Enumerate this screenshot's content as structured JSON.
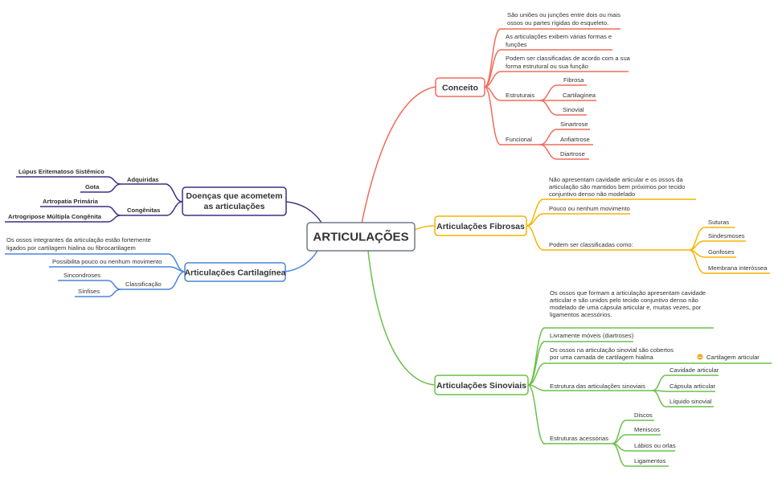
{
  "central": "ARTICULAÇÕES",
  "colors": {
    "conceito": "#f26b5b",
    "fibrosas": "#f5b400",
    "sinoviais": "#6cc04a",
    "cartilaginea": "#4a86d8",
    "doencas": "#3e2f84"
  },
  "conceito": {
    "title": "Conceito",
    "items": {
      "def1": [
        "São uniões ou junções entre dois ou mais",
        "ossos ou partes rígidas do esqueleto."
      ],
      "def2": [
        "As articulações exibem várias formas e",
        "funções"
      ],
      "def3": [
        "Podem ser classificadas de acordo com a sua",
        "forma estrutural ou sua função"
      ],
      "estruturais": {
        "label": "Estruturais",
        "children": [
          "Fibrosa",
          "Cartilagínea",
          "Sinovial"
        ]
      },
      "funcional": {
        "label": "Funcional",
        "children": [
          "Sinartrose",
          "Anfiartrose",
          "Diartrose"
        ]
      }
    }
  },
  "fibrosas": {
    "title": "Articulações Fibrosas",
    "def1": [
      "Não apresentam cavidade articular e os ossos da",
      "articulação são mantidos bem próximos por tecido",
      "conjuntivo denso não modelado"
    ],
    "def2": "Pouco ou nenhum movimento",
    "class": {
      "label": "Podem ser classificadas como:",
      "children": [
        "Suturas",
        "Sindesmoses",
        "Gonfoses",
        "Membrana interóssea"
      ]
    }
  },
  "sinoviais": {
    "title": "Articulações Sinoviais",
    "def1": [
      "Os ossos que formam a articulação apresentam cavidade",
      "articular e são unidos pelo tecido conjuntivo denso não",
      "modelado de uma cápsula articular e, muitas vezes, por",
      "ligamentos acessórios."
    ],
    "def2": "Livramente móveis (diartroses)",
    "def3": {
      "lines": [
        "Os ossos na articulação sinovial são cobertos",
        "por uma camada de cartilagem hialina"
      ],
      "child": "Cartilagem articular",
      "collapse": "−"
    },
    "estrutura": {
      "label": "Estrutura das articulações sinoviais",
      "children": [
        "Cavidade articular",
        "Cápsula articular",
        "Líquido sinovial"
      ]
    },
    "acessorias": {
      "label": "Estruturas acessórias",
      "children": [
        "Discos",
        "Meniscos",
        "Lábios ou orlas",
        "Ligamentos"
      ]
    }
  },
  "cartilaginea": {
    "title": "Articulações Cartilagínea",
    "def1": [
      "Os ossos integrantes da articulação estão fortemente",
      "ligados por cartilagem hialina ou fibrocartilagem"
    ],
    "def2": "Possibilita pouco ou nenhum movimento",
    "class": {
      "label": "Classificação",
      "children": [
        "Sincondroses",
        "Sínfises"
      ]
    }
  },
  "doencas": {
    "title": [
      "Doenças que acometem",
      "as articulações"
    ],
    "adquiridas": {
      "label": "Adquiridas",
      "children": [
        "Lúpus Eritematoso Sistêmico",
        "Gota"
      ]
    },
    "congenitas": {
      "label": "Congênitas",
      "children": [
        "Artropatia Primária",
        "Artrogripose Múltipla Congênita"
      ]
    }
  }
}
